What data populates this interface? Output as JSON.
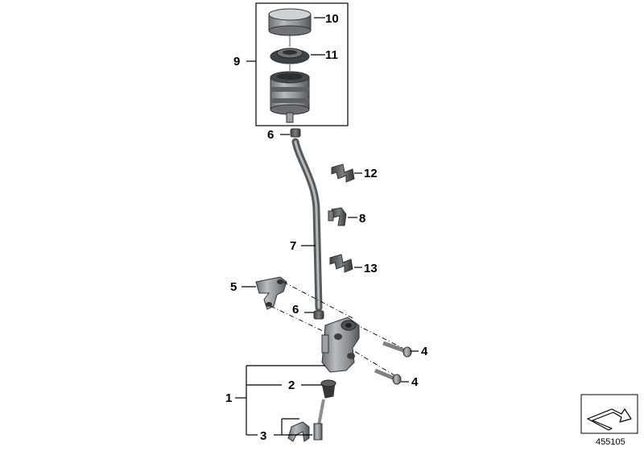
{
  "diagram_number": "455105",
  "callouts": {
    "p1": "1",
    "p2": "2",
    "p3": "3",
    "p4a": "4",
    "p4b": "4",
    "p5": "5",
    "p6a": "6",
    "p6b": "6",
    "p7": "7",
    "p8": "8",
    "p9": "9",
    "p10": "10",
    "p11": "11",
    "p12": "12",
    "p13": "13"
  },
  "icons": {
    "orientation": "arrow-icon"
  },
  "colors": {
    "part_fill": "#8f9396",
    "part_dark": "#5a5e61",
    "part_light": "#c9cccd",
    "line": "#000000"
  }
}
